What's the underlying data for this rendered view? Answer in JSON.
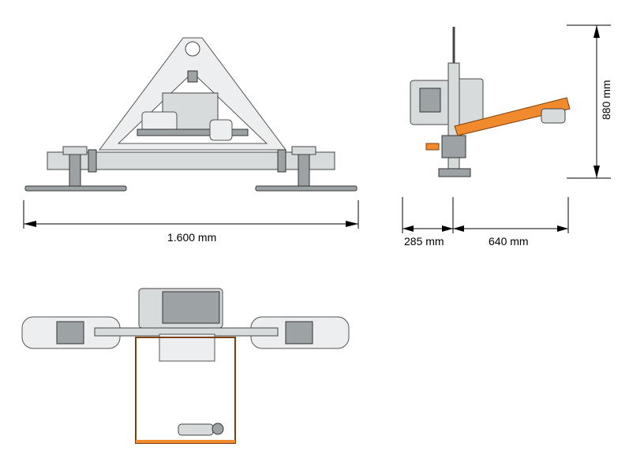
{
  "dimensions": {
    "width": "1.600 mm",
    "offset_left": "285 mm",
    "offset_right": "640 mm",
    "height": "880 mm"
  },
  "colors": {
    "steel": "#d8dbdc",
    "steel_dark": "#9da2a5",
    "arm": "#f08a2c",
    "line": "#000000"
  }
}
